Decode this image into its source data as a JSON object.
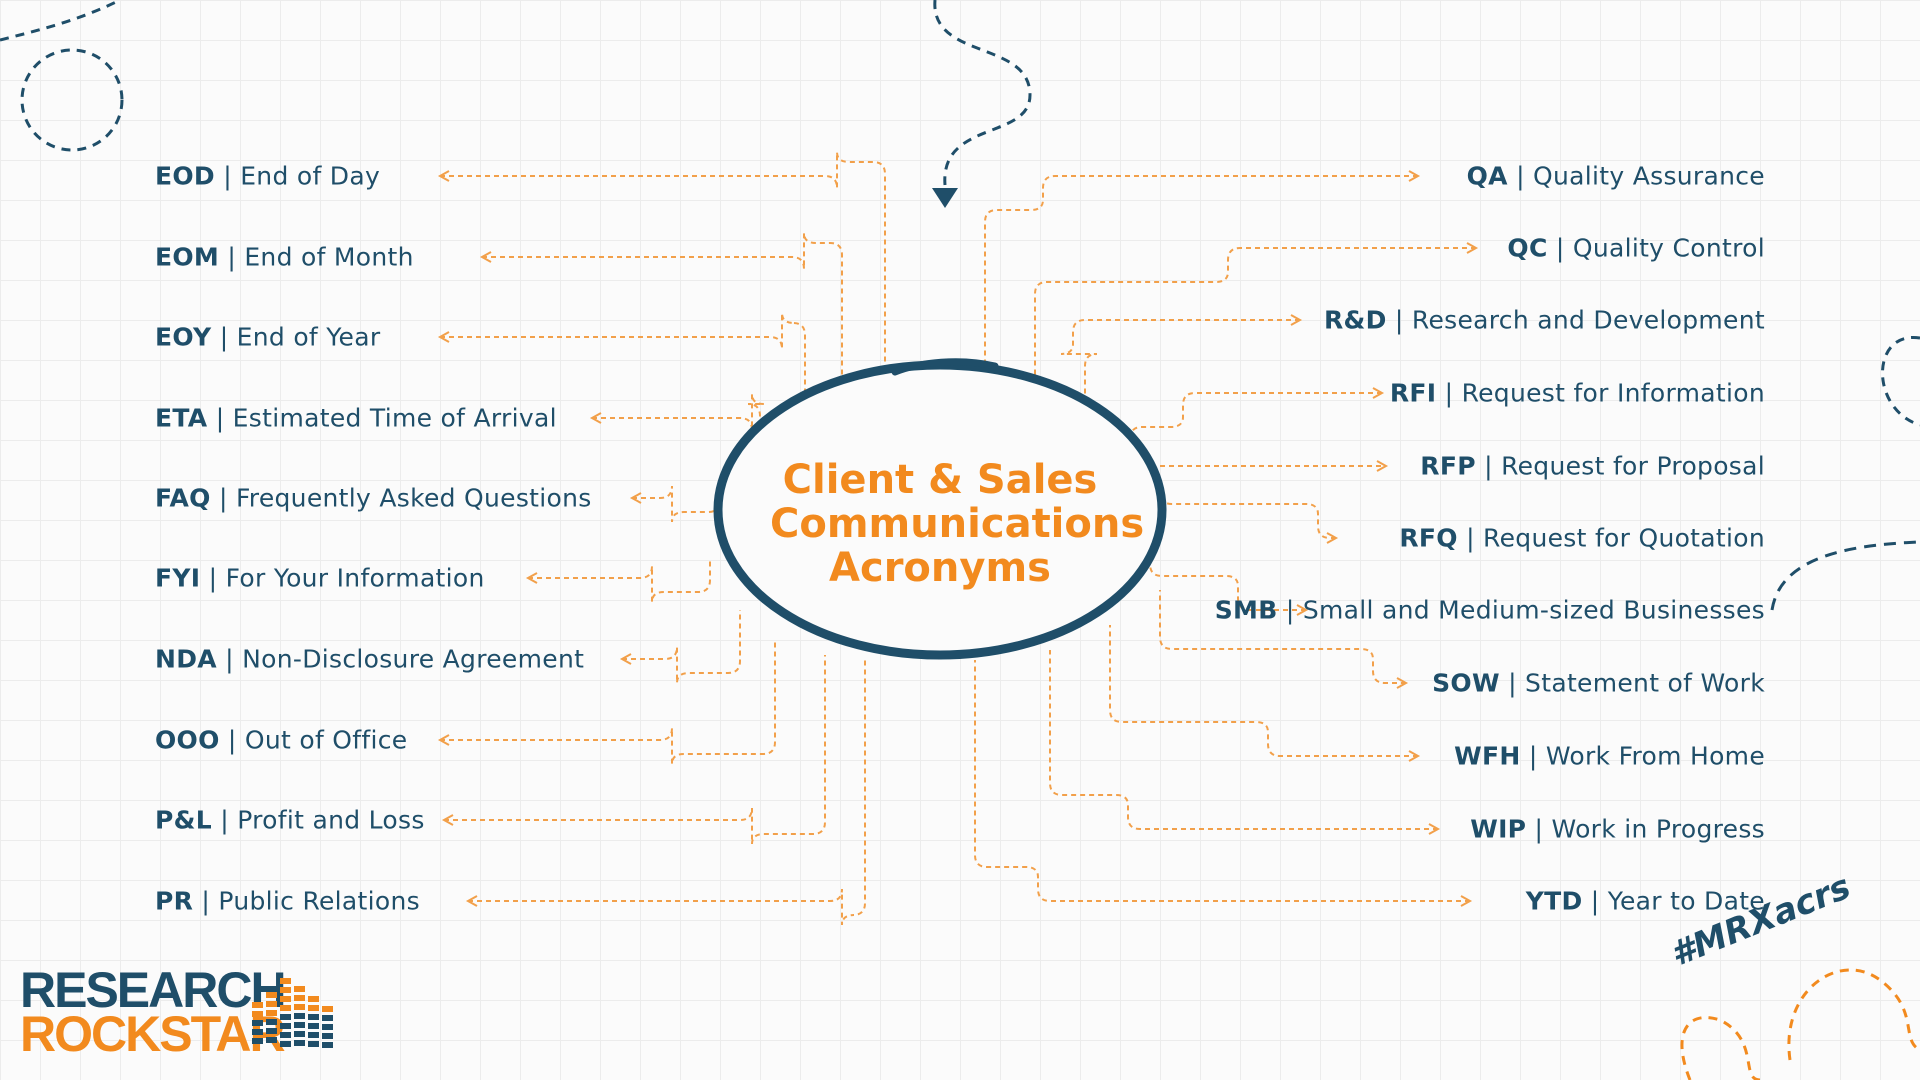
{
  "title": [
    "Client & Sales",
    "Communications",
    "Acronyms"
  ],
  "left_items": [
    {
      "abbr": "EOD",
      "text": "End of Day"
    },
    {
      "abbr": "EOM",
      "text": "End of Month"
    },
    {
      "abbr": "EOY",
      "text": "End of Year"
    },
    {
      "abbr": "ETA",
      "text": "Estimated Time of Arrival"
    },
    {
      "abbr": "FAQ",
      "text": "Frequently Asked Questions"
    },
    {
      "abbr": "FYI",
      "text": "For Your Information"
    },
    {
      "abbr": "NDA",
      "text": "Non-Disclosure Agreement"
    },
    {
      "abbr": "OOO",
      "text": "Out of Office"
    },
    {
      "abbr": "P&L",
      "text": "Profit and Loss"
    },
    {
      "abbr": "PR",
      "text": "Public Relations"
    }
  ],
  "right_items": [
    {
      "abbr": "QA",
      "text": "Quality Assurance"
    },
    {
      "abbr": "QC",
      "text": "Quality Control"
    },
    {
      "abbr": "R&D",
      "text": "Research and Development"
    },
    {
      "abbr": "RFI",
      "text": "Request for Information"
    },
    {
      "abbr": "RFP",
      "text": "Request for Proposal"
    },
    {
      "abbr": "RFQ",
      "text": "Request for Quotation"
    },
    {
      "abbr": "SMB",
      "text": "Small and Medium-sized Businesses"
    },
    {
      "abbr": "SOW",
      "text": "Statement of Work"
    },
    {
      "abbr": "WFH",
      "text": "Work From Home"
    },
    {
      "abbr": "WIP",
      "text": "Work in Progress"
    },
    {
      "abbr": "YTD",
      "text": "Year to Date"
    }
  ],
  "logo": {
    "line1": "RESEARCH",
    "line2": "ROCKSTAR"
  },
  "hashtag": "#MRXacrs",
  "colors": {
    "navy": "#1f4e69",
    "orange": "#f28a1e",
    "connector": "#f2a04a"
  }
}
